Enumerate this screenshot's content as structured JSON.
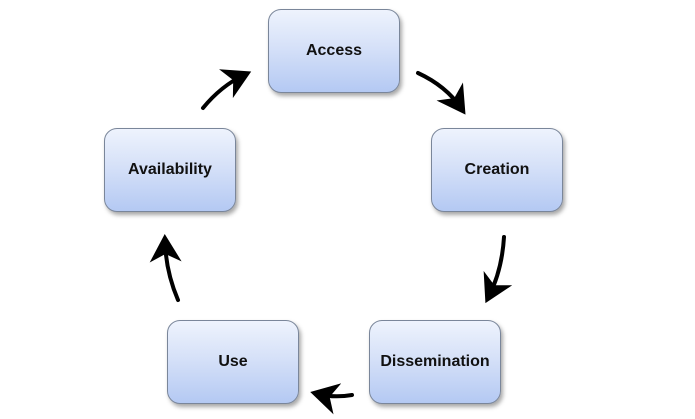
{
  "nodes": {
    "access": "Access",
    "creation": "Creation",
    "dissemination": "Dissemination",
    "use": "Use",
    "availability": "Availability"
  }
}
